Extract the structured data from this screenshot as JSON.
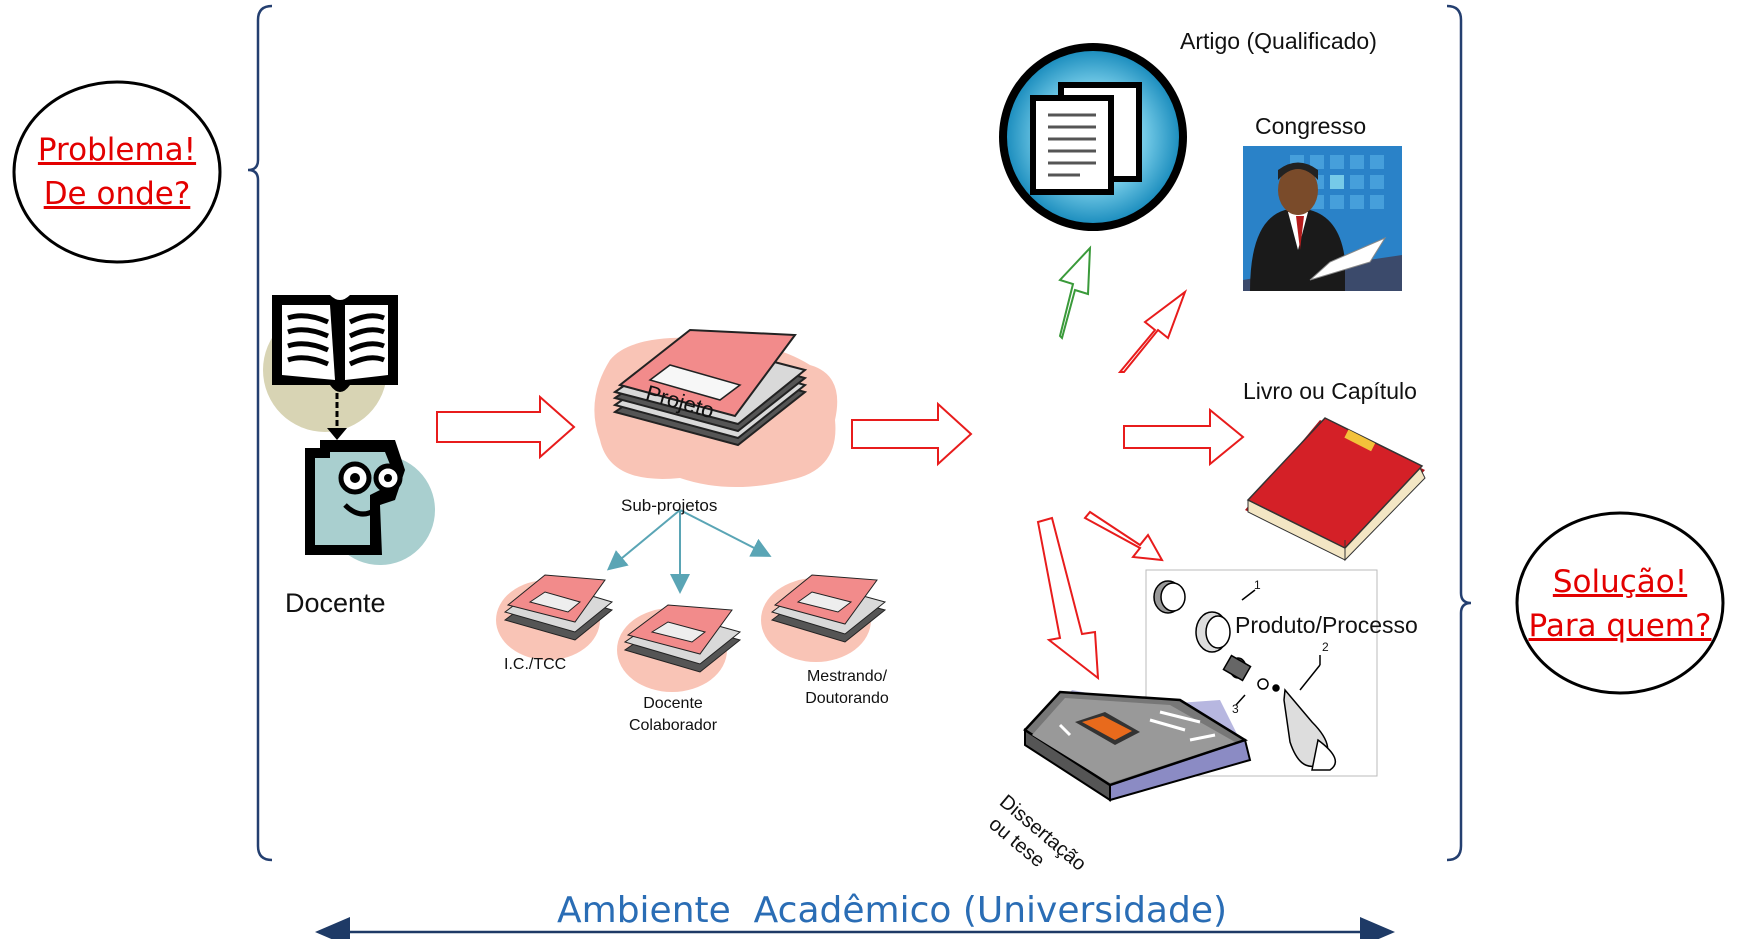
{
  "problem": {
    "line1": "Problema!",
    "line2": "De onde?"
  },
  "solution": {
    "line1": "Solução!",
    "line2": "Para quem?"
  },
  "docente_label": "Docente",
  "subprojetos": {
    "title": "Sub-projetos",
    "book_label": "Projeto",
    "items": [
      {
        "line1": "I.C./TCC",
        "line2": ""
      },
      {
        "line1": "Docente",
        "line2": "Colaborador"
      },
      {
        "line1": "Mestrando/",
        "line2": "Doutorando"
      }
    ]
  },
  "outputs": {
    "artigo": "Artigo (Qualificado)",
    "congresso": "Congresso",
    "livro": "Livro ou Capítulo",
    "produto": "Produto/Processo",
    "dissertacao_line1": "Dissertação",
    "dissertacao_line2": "ou tese",
    "produto_callouts": [
      "1",
      "2",
      "3"
    ]
  },
  "environment_label": "Ambiente  Acadêmico (Universidade)",
  "colors": {
    "arrow_red": "#e81c1c",
    "arrow_green": "#3a9a3a",
    "subarrow_teal": "#5aa5b5",
    "title_blue": "#2a6db5",
    "book_red": "#d42027",
    "project_pink": "#f28b8b"
  }
}
